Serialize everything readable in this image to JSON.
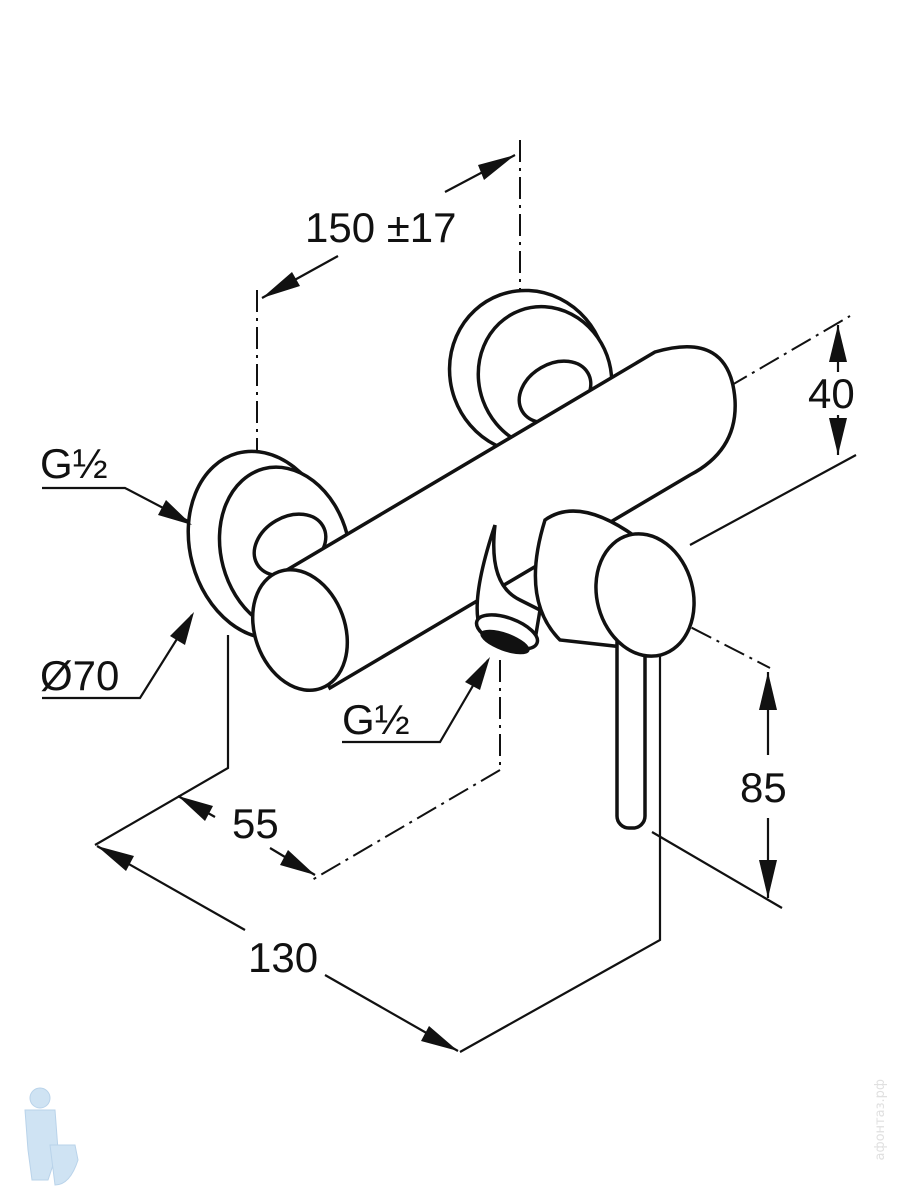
{
  "dimensions": {
    "spacing": "150 ±17",
    "height": "40",
    "inlet_thread": "G½",
    "outlet_thread": "G½",
    "flange_diameter": "Ø70",
    "lever_drop": "85",
    "depth_outlet": "55",
    "depth_total": "130"
  },
  "watermark": "афонтаз.рф"
}
